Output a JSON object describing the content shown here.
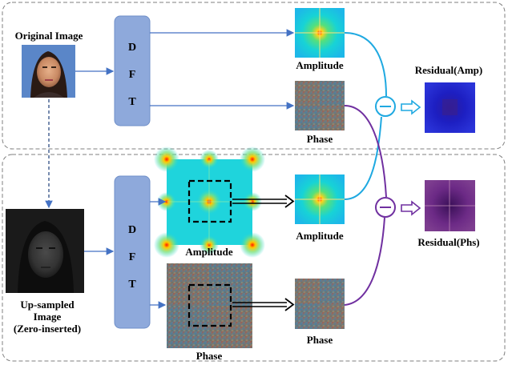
{
  "top_panel": {
    "source_label": "Original Image",
    "dft_letters": [
      "D",
      "F",
      "T"
    ],
    "amplitude_label": "Amplitude",
    "phase_label": "Phase",
    "residual_label": "Residual(Amp)"
  },
  "bottom_panel": {
    "source_label_lines": [
      "Up-sampled",
      "Image",
      "(Zero-inserted)"
    ],
    "dft_letters": [
      "D",
      "F",
      "T"
    ],
    "amplitude_label": "Amplitude",
    "phase_label": "Phase",
    "cropped_amplitude_label": "Amplitude",
    "cropped_phase_label": "Phase",
    "residual_label": "Residual(Phs)"
  },
  "operators": {
    "subtract_symbol": "—"
  },
  "colors": {
    "dft_block": "#8ea9db",
    "flow_arrow": "#4472c4",
    "amplitude_branch": "#1fa9e1",
    "phase_branch": "#7030a0",
    "panel_border": "#7f7f7f"
  }
}
